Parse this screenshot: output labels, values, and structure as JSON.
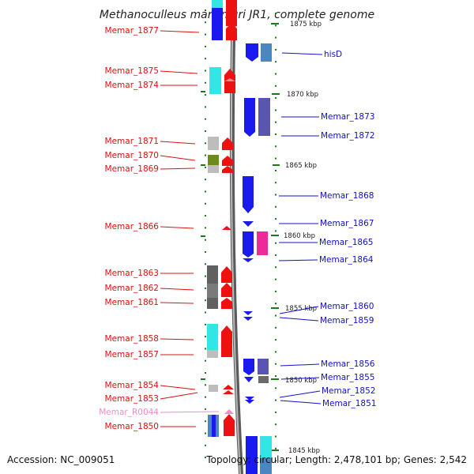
{
  "title": "Methanoculleus marisnigri JR1, complete genome",
  "footer": {
    "accession": "Accession: NC_009051",
    "topology": "Topology: circular; Length: 2,478,101 bp; Genes: 2,542"
  },
  "kbp_ticks": [
    "1875 kbp",
    "1870 kbp",
    "1865 kbp",
    "1860 kbp",
    "1855 kbp",
    "1850 kbp",
    "1845 kbp"
  ],
  "left_genes": [
    {
      "label": "Memar_1877",
      "type": "gene"
    },
    {
      "label": "Memar_1875",
      "type": "gene"
    },
    {
      "label": "Memar_1874",
      "type": "gene"
    },
    {
      "label": "Memar_1871",
      "type": "gene"
    },
    {
      "label": "Memar_1870",
      "type": "gene"
    },
    {
      "label": "Memar_1869",
      "type": "gene"
    },
    {
      "label": "Memar_1866",
      "type": "gene"
    },
    {
      "label": "Memar_1863",
      "type": "gene"
    },
    {
      "label": "Memar_1862",
      "type": "gene"
    },
    {
      "label": "Memar_1861",
      "type": "gene"
    },
    {
      "label": "Memar_1858",
      "type": "gene"
    },
    {
      "label": "Memar_1857",
      "type": "gene"
    },
    {
      "label": "Memar_1854",
      "type": "gene"
    },
    {
      "label": "Memar_1853",
      "type": "gene"
    },
    {
      "label": "Memar_R0044",
      "type": "rna"
    },
    {
      "label": "Memar_1850",
      "type": "gene"
    }
  ],
  "right_genes": [
    {
      "label": "hisD"
    },
    {
      "label": "Memar_1873"
    },
    {
      "label": "Memar_1872"
    },
    {
      "label": "Memar_1868"
    },
    {
      "label": "Memar_1867"
    },
    {
      "label": "Memar_1865"
    },
    {
      "label": "Memar_1864"
    },
    {
      "label": "Memar_1860"
    },
    {
      "label": "Memar_1859"
    },
    {
      "label": "Memar_1856"
    },
    {
      "label": "Memar_1855"
    },
    {
      "label": "Memar_1852"
    },
    {
      "label": "Memar_1851"
    }
  ],
  "colors": {
    "forward_cds": "#ee1111",
    "reverse_cds": "#1a1aee",
    "rna": "#f08cc8",
    "backbone": "#808080",
    "tick": "#1a7a1a",
    "cyan": "#33e6e6",
    "grey": "#909090",
    "olive": "#6e8a1e",
    "purple": "#5a55b0",
    "magenta": "#ee2a9a",
    "steel": "#4a86c0"
  }
}
